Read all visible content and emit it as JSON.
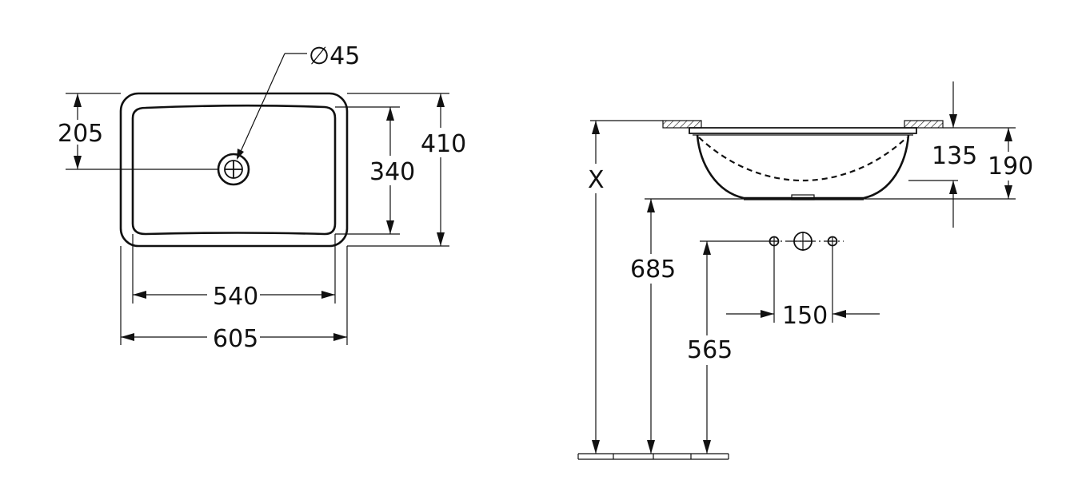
{
  "top_view": {
    "drain_diameter": "∅45",
    "drain_offset": "205",
    "inner_depth": "340",
    "outer_depth": "410",
    "inner_width": "540",
    "outer_width": "605"
  },
  "side_view": {
    "installation_height": "X",
    "basin_height": "135",
    "overall_height": "190",
    "bottom_height": "685",
    "tap_height": "565",
    "tap_spacing": "150"
  }
}
